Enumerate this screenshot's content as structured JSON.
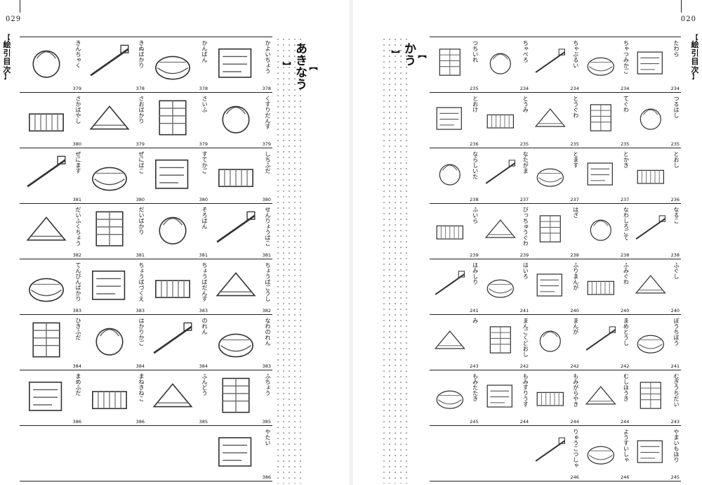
{
  "left_page": {
    "page_number": "029",
    "side_tab": "絵引目次",
    "category": "あきなう",
    "rows": [
      [
        {
          "label": "かよいちょう",
          "num": "378"
        },
        {
          "label": "かんばん",
          "num": "378"
        },
        {
          "label": "きぬばかり",
          "num": "378"
        },
        {
          "label": "きんちゃく",
          "num": "379"
        }
      ],
      [
        {
          "label": "くすりだんす",
          "num": "379"
        },
        {
          "label": "さいふ",
          "num": "379"
        },
        {
          "label": "さおばかり",
          "num": "379"
        },
        {
          "label": "さかばやし",
          "num": "380"
        }
      ],
      [
        {
          "label": "しちふだ",
          "num": "380"
        },
        {
          "label": "すてかご",
          "num": "380"
        },
        {
          "label": "ぜにばこ",
          "num": "380"
        },
        {
          "label": "ぜにます",
          "num": "381"
        }
      ],
      [
        {
          "label": "せんりょうばこ",
          "num": "381"
        },
        {
          "label": "そろばん",
          "num": "381"
        },
        {
          "label": "だいばかり",
          "num": "381"
        },
        {
          "label": "だいふくちょう",
          "num": "382"
        }
      ],
      [
        {
          "label": "ちょうばごうし",
          "num": "382"
        },
        {
          "label": "ちょうばだんす",
          "num": "383"
        },
        {
          "label": "ちょうばづくえ",
          "num": "383"
        },
        {
          "label": "てんびんばかり",
          "num": "383"
        }
      ],
      [
        {
          "label": "なわのれん",
          "num": "383"
        },
        {
          "label": "のれん",
          "num": "384"
        },
        {
          "label": "はかりかご",
          "num": "384"
        },
        {
          "label": "ひきふだ",
          "num": "384"
        }
      ],
      [
        {
          "label": "ふちょう",
          "num": "385"
        },
        {
          "label": "ふんどう",
          "num": "385"
        },
        {
          "label": "まねきねこ",
          "num": "386"
        },
        {
          "label": "まめふだ",
          "num": "386"
        }
      ],
      [
        {
          "label": "やたい",
          "num": "386"
        }
      ]
    ]
  },
  "right_page": {
    "page_number": "020",
    "side_tab": "絵引目次",
    "category": "かう",
    "rows": [
      [
        {
          "label": "たわら",
          "num": "234"
        },
        {
          "label": "ちゃつみかご",
          "num": "234"
        },
        {
          "label": "ちゃぶるい",
          "num": "234"
        },
        {
          "label": "ちゃべろ",
          "num": "234"
        },
        {
          "label": "つちいれ",
          "num": "235"
        }
      ],
      [
        {
          "label": "つるはし",
          "num": "235"
        },
        {
          "label": "てぐわ",
          "num": "235"
        },
        {
          "label": "とうぐわ",
          "num": "235"
        },
        {
          "label": "とうみ",
          "num": "235"
        },
        {
          "label": "とおけ",
          "num": "236"
        }
      ],
      [
        {
          "label": "とおし",
          "num": "236"
        },
        {
          "label": "とかき",
          "num": "237"
        },
        {
          "label": "とます",
          "num": "237"
        },
        {
          "label": "なたがま",
          "num": "237"
        },
        {
          "label": "ならしいた",
          "num": "238"
        }
      ],
      [
        {
          "label": "なるこ",
          "num": "238"
        },
        {
          "label": "なわしろごて",
          "num": "238"
        },
        {
          "label": "はざ",
          "num": "238"
        },
        {
          "label": "びっちゅうぐわ",
          "num": "239"
        },
        {
          "label": "ふいら",
          "num": "239"
        }
      ],
      [
        {
          "label": "ふぐし",
          "num": "240"
        },
        {
          "label": "ふみぐわ",
          "num": "240"
        },
        {
          "label": "ふりまんが",
          "num": "240"
        },
        {
          "label": "はいろ",
          "num": "241"
        },
        {
          "label": "はみしり",
          "num": "241"
        }
      ],
      [
        {
          "label": "ぼうちぼう",
          "num": "241"
        },
        {
          "label": "まめとうし",
          "num": "242"
        },
        {
          "label": "まんが",
          "num": "242"
        },
        {
          "label": "まんごくどおし",
          "num": "242"
        },
        {
          "label": "み",
          "num": "243"
        }
      ],
      [
        {
          "label": "むぎうちだい",
          "num": "243"
        },
        {
          "label": "むしほうき",
          "num": "244"
        },
        {
          "label": "もみがらやき",
          "num": "244"
        },
        {
          "label": "もみすりうす",
          "num": "244"
        },
        {
          "label": "もみたたき",
          "num": "245"
        }
      ],
      [
        {
          "label": "やまいもほり",
          "num": "245"
        },
        {
          "label": "ようすいしゃ",
          "num": "246"
        },
        {
          "label": "りゅうこつしゃ",
          "num": "246"
        }
      ]
    ]
  }
}
